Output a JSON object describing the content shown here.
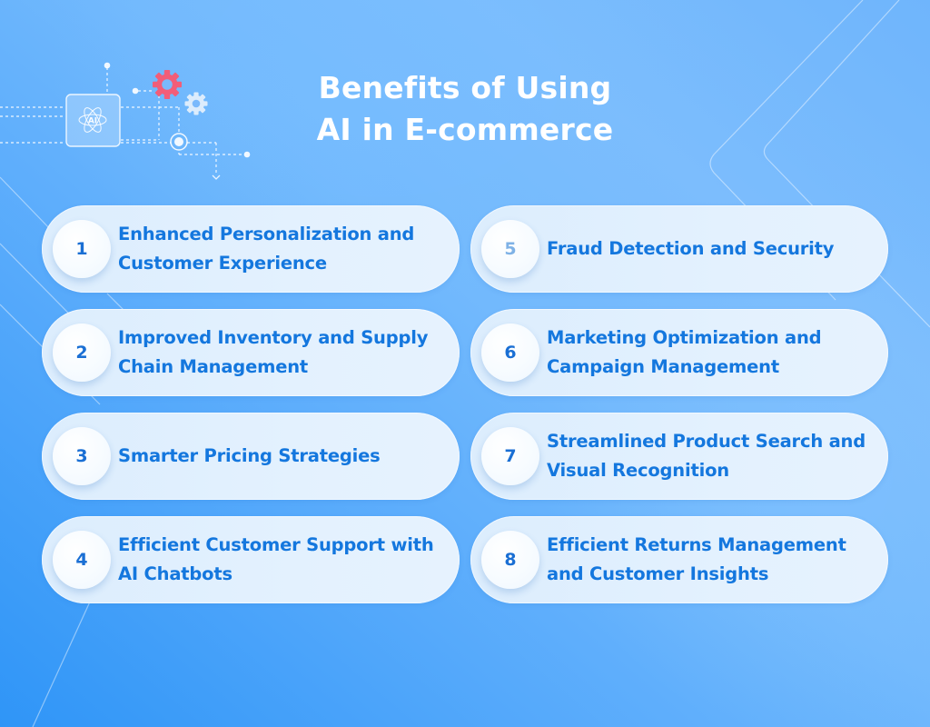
{
  "title": {
    "line1": "Benefits of Using",
    "line2": "AI in E-commerce"
  },
  "illustration": {
    "chip_label": "AI",
    "icons": [
      "ai-chip-icon",
      "gear-icon-red",
      "gear-icon-white",
      "target-node-icon",
      "arrow-down-icon"
    ],
    "gear_primary_color": "#f25d78",
    "gear_secondary_color": "#dcecfc"
  },
  "colors": {
    "text_blue": "#1477de",
    "card_bg": "#e3f1fe",
    "title": "#ffffff"
  },
  "benefits": [
    {
      "number": "1",
      "lines": [
        "Enhanced Personalization and",
        "Customer Experience"
      ]
    },
    {
      "number": "2",
      "lines": [
        "Improved Inventory and Supply",
        "Chain Management"
      ]
    },
    {
      "number": "3",
      "lines": [
        "Smarter Pricing Strategies"
      ]
    },
    {
      "number": "4",
      "lines": [
        "Efficient Customer Support with",
        "AI Chatbots"
      ]
    },
    {
      "number": "5",
      "lines": [
        "Fraud Detection and Security"
      ]
    },
    {
      "number": "6",
      "lines": [
        "Marketing Optimization and",
        "Campaign Management"
      ]
    },
    {
      "number": "7",
      "lines": [
        "Streamlined Product Search and",
        "Visual Recognition"
      ]
    },
    {
      "number": "8",
      "lines": [
        "Efficient Returns Management",
        "and Customer Insights"
      ]
    }
  ]
}
